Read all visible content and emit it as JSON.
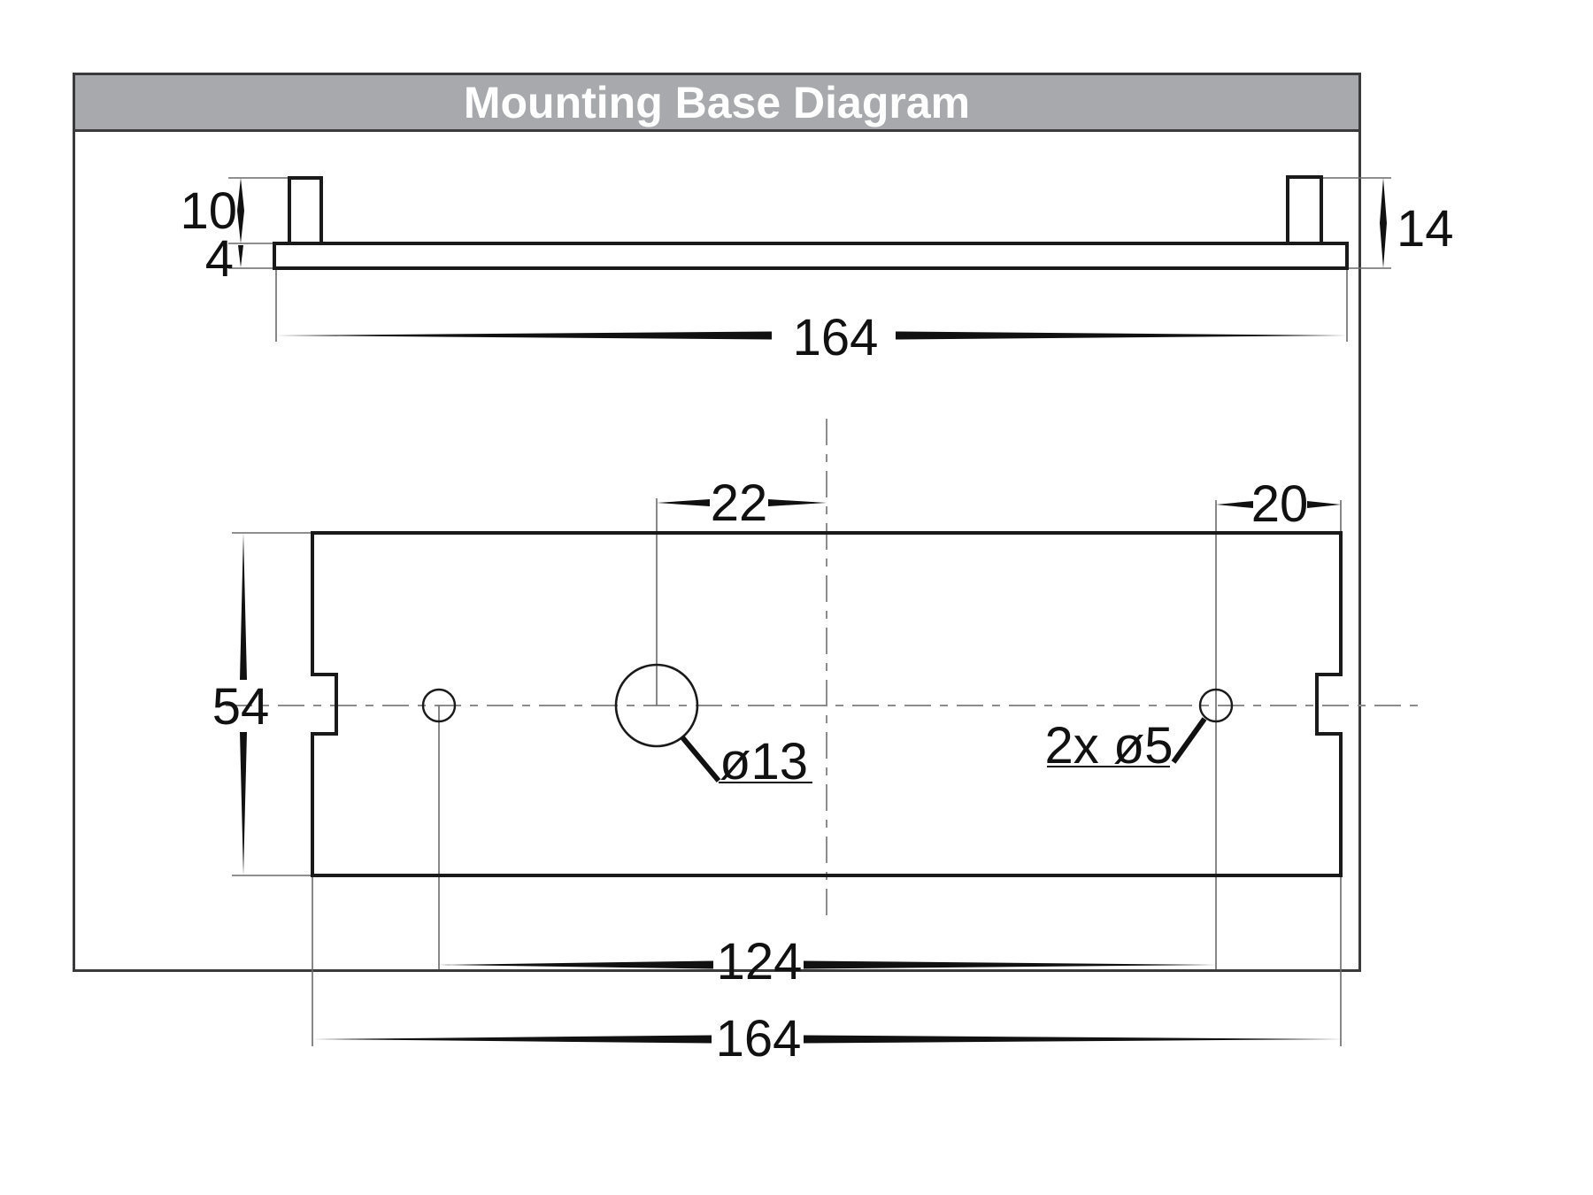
{
  "title": "Mounting Base Diagram",
  "colors": {
    "frame_border": "#3a3a3c",
    "header_bg": "#a7a9ac",
    "header_text": "#ffffff",
    "outline": "#1a1a1a",
    "extension_line": "#6a6a6a",
    "centerline_dash": "#8c8c8c"
  },
  "side_view": {
    "description": "side elevation of mounting base plate with two pegs",
    "dim_peg_height": "10",
    "dim_plate_thickness": "4",
    "dim_overall_height": "14",
    "dim_length": "164"
  },
  "top_view": {
    "description": "plan view of mounting base plate",
    "dim_hole_to_centerline": "22",
    "dim_hole_to_edge": "20",
    "dim_width": "54",
    "dim_hole_spacing": "124",
    "dim_length": "164",
    "label_center_hole": "ø13",
    "label_screw_holes": "2x ø5"
  }
}
